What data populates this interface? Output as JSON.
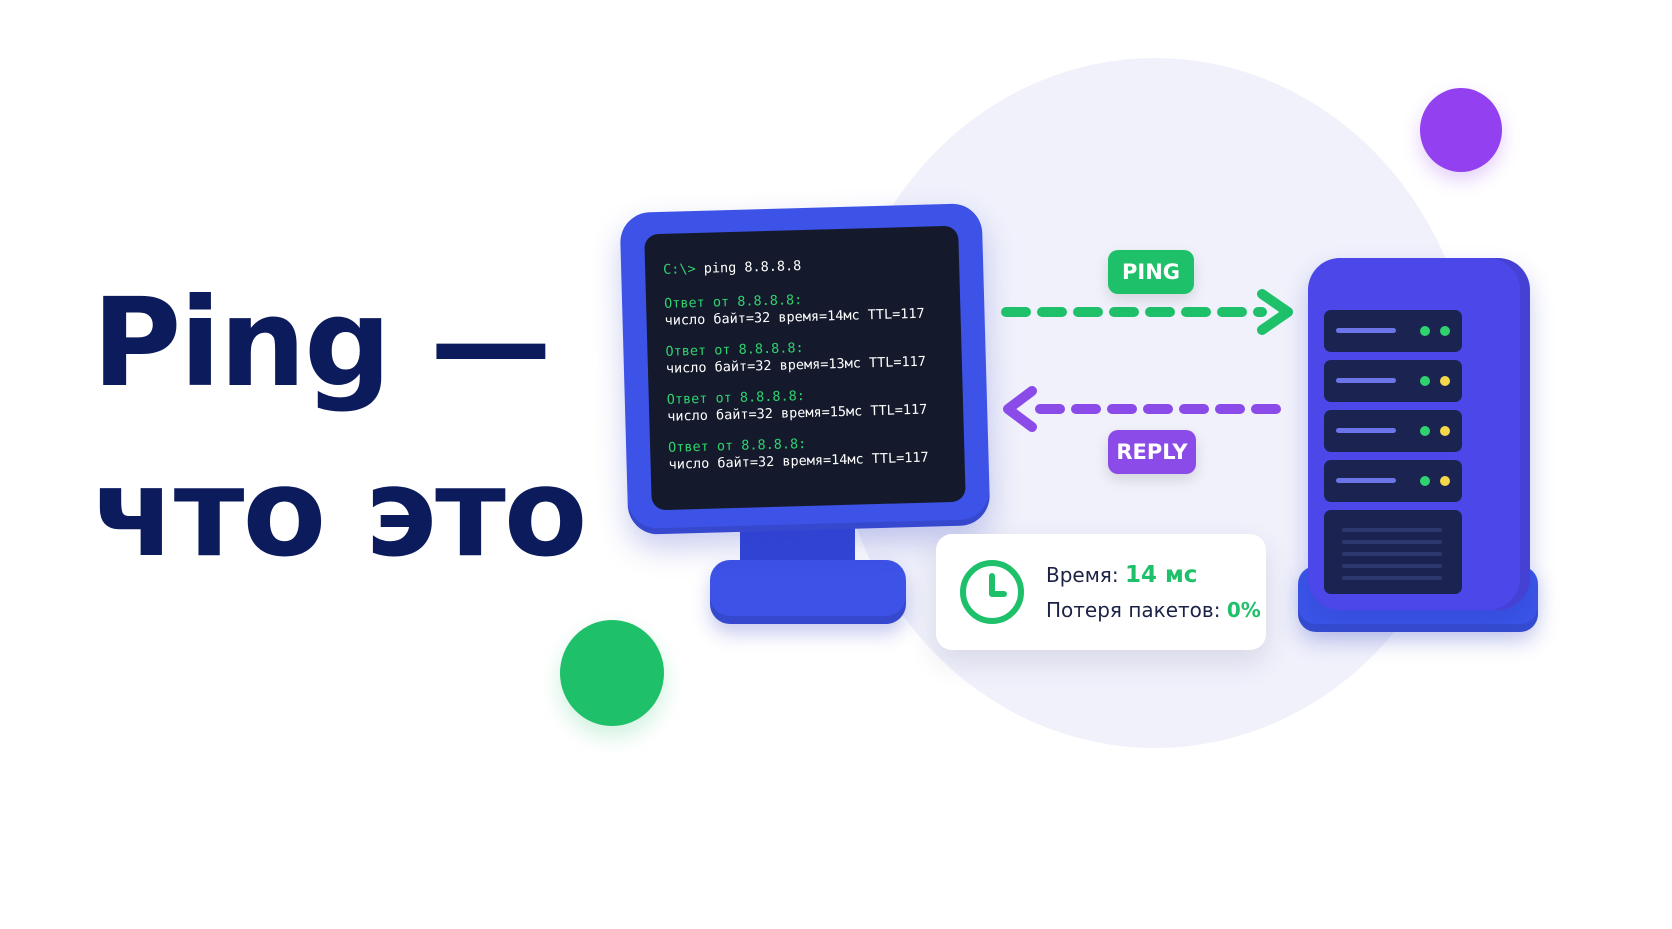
{
  "headline": {
    "line1": "Ping —",
    "line2": "что это"
  },
  "terminal": {
    "prompt": "C:\\>",
    "command": "ping 8.8.8.8",
    "replies": [
      {
        "prefix": "Ответ от 8.8.8.8:",
        "detail": "число байт=32 время=14мс TTL=117"
      },
      {
        "prefix": "Ответ от 8.8.8.8:",
        "detail": "число байт=32 время=13мс TTL=117"
      },
      {
        "prefix": "Ответ от 8.8.8.8:",
        "detail": "число байт=32 время=15мс TTL=117"
      },
      {
        "prefix": "Ответ от 8.8.8.8:",
        "detail": "число байт=32 время=14мс TTL=117"
      }
    ]
  },
  "arrows": {
    "ping_label": "PING",
    "reply_label": "REPLY"
  },
  "stats": {
    "time_label": "Время:",
    "time_value": "14 мс",
    "loss_label": "Потеря пакетов:",
    "loss_value": "0%"
  },
  "server": {
    "led_colors": [
      "#2fd26e",
      "#f5d84a",
      "#f5d84a",
      "#f5d84a"
    ]
  },
  "colors": {
    "navy": "#0c1b5c",
    "green": "#1fc06a",
    "purple": "#8a4be8",
    "blue": "#3d52e6",
    "terminal_bg": "#141a2b"
  },
  "icons": {
    "clock": "clock-icon",
    "ping_arrow": "arrow-right-icon",
    "reply_arrow": "arrow-left-icon",
    "monitor": "monitor-icon",
    "server": "server-icon"
  }
}
